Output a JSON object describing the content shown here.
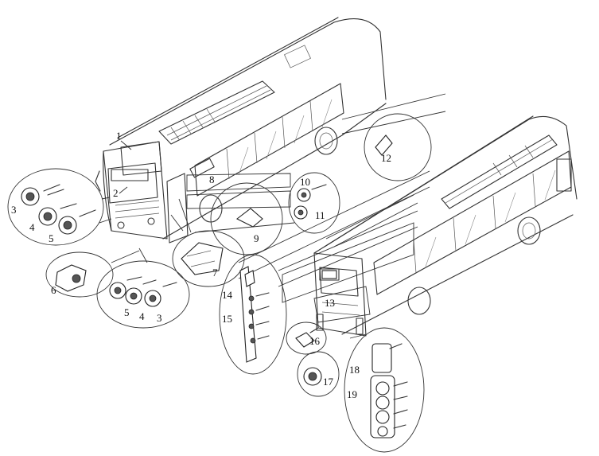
{
  "labels": {
    "n1": "1",
    "n2": "2",
    "n3a": "3",
    "n4a": "4",
    "n5a": "5",
    "n6": "6",
    "n7": "7",
    "n8": "8",
    "n9": "9",
    "n10": "10",
    "n11": "11",
    "n12": "12",
    "n13": "13",
    "n14": "14",
    "n15": "15",
    "n16": "16",
    "n17": "17",
    "n18": "18",
    "n19": "19",
    "n5b": "5",
    "n4b": "4",
    "n3b": "3"
  },
  "colors": {
    "line": "#333333",
    "background": "#ffffff"
  }
}
